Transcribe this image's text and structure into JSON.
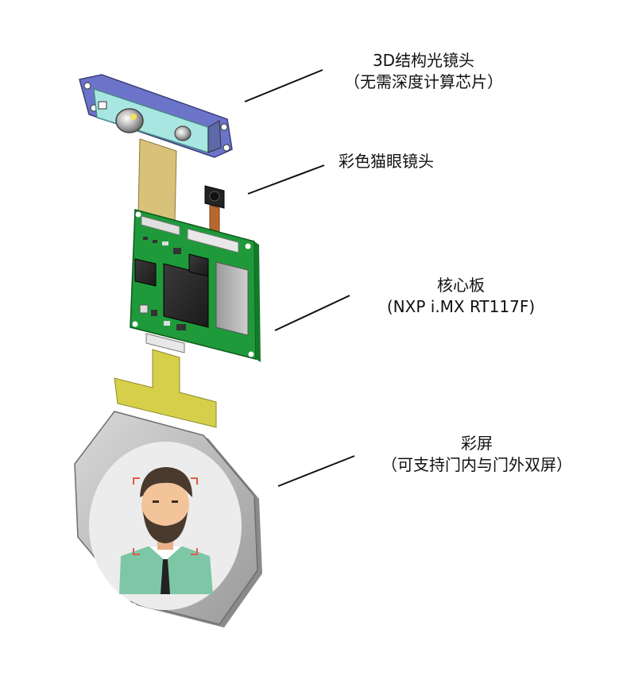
{
  "components": [
    {
      "id": "lens3d",
      "line1": "3D结构光镜头",
      "line2": "（无需深度计算芯片）"
    },
    {
      "id": "catcam",
      "line1": "彩色猫眼镜头"
    },
    {
      "id": "board",
      "line1": "核心板",
      "line2": "(NXP i.MX RT117F)"
    },
    {
      "id": "screen",
      "line1": "彩屏",
      "line2": "（可支持门内与门外双屏）"
    }
  ],
  "colors": {
    "lens_body": "#a8e6e2",
    "lens_bracket": "#6b74c9",
    "flex_cable": "#d8c27a",
    "pcb": "#1f9a3a",
    "chip": "#2b2b2b",
    "screen_frame": "#bdbdbd",
    "screen_flex": "#d6cf4a",
    "face_skin": "#f3c49a",
    "shirt": "#7ec7a6",
    "hair": "#4a3a2e"
  },
  "icons": [
    "face-avatar-icon",
    "face-detection-frame-icon"
  ]
}
